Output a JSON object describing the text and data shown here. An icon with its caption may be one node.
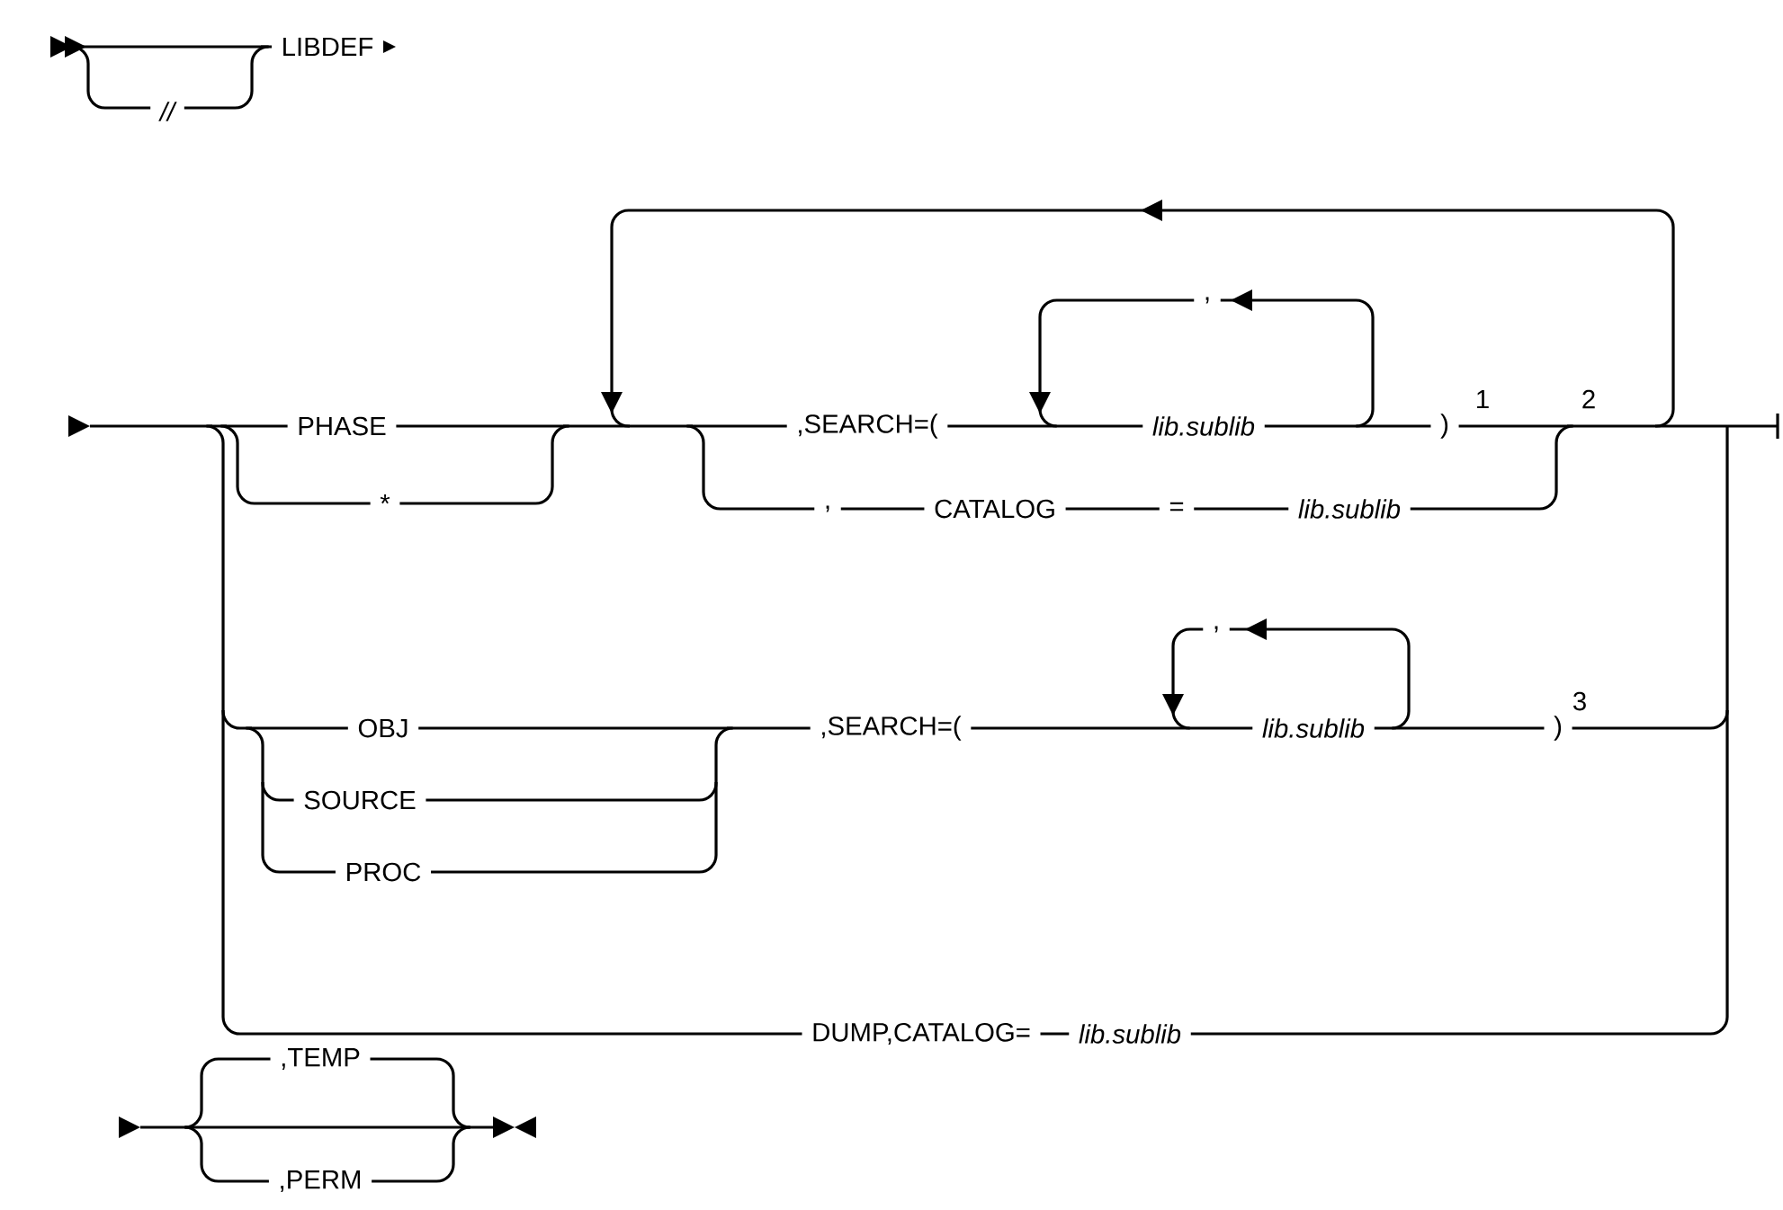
{
  "diagram": {
    "labels": [
      "//",
      "LIBDEF",
      "PHASE",
      "*",
      ",SEARCH=(",
      ",",
      "lib.sublib",
      ")",
      "1",
      "2",
      ",",
      "CATALOG",
      "=",
      "lib.sublib",
      "OBJ",
      ",SEARCH=(",
      ",",
      "lib.sublib",
      ")",
      "3",
      "SOURCE",
      "PROC",
      "DUMP,CATALOG=",
      "lib.sublib",
      ",TEMP",
      ",PERM"
    ]
  }
}
